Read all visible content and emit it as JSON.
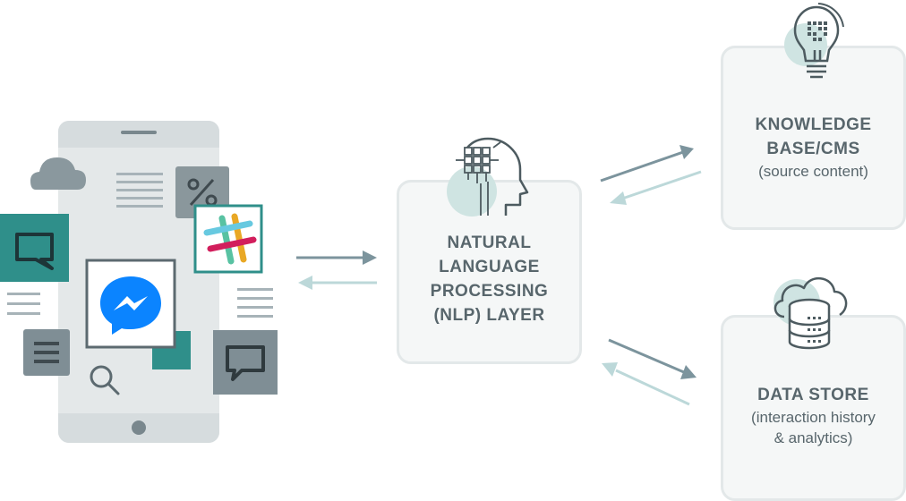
{
  "nlp": {
    "title_lines": [
      "NATURAL",
      "LANGUAGE",
      "PROCESSING",
      "(NLP) LAYER"
    ]
  },
  "knowledge": {
    "title_lines": [
      "KNOWLEDGE",
      "BASE/CMS"
    ],
    "subtitle": "(source content)"
  },
  "datastore": {
    "title": "DATA STORE",
    "subtitle_lines": [
      "(interaction history",
      "& analytics)"
    ]
  },
  "icons": {
    "phone": "smartphone-icon",
    "cloud": "cloud-icon",
    "percent": "percent-icon",
    "slack": "slack-icon",
    "messenger": "messenger-icon",
    "chat": "chat-bubble-icon",
    "search": "search-icon",
    "document": "document-icon",
    "brain": "ai-head-icon",
    "bulb": "lightbulb-icon",
    "database": "cloud-database-icon"
  },
  "colors": {
    "card_bg": "#f5f7f7",
    "card_border": "#e3e8e9",
    "text": "#58666c",
    "teal": "#2f8f8a",
    "slate": "#7f8e95",
    "arrow_dark": "#7c949d",
    "arrow_light": "#bcd8d9",
    "messenger_blue": "#0b84ff"
  }
}
